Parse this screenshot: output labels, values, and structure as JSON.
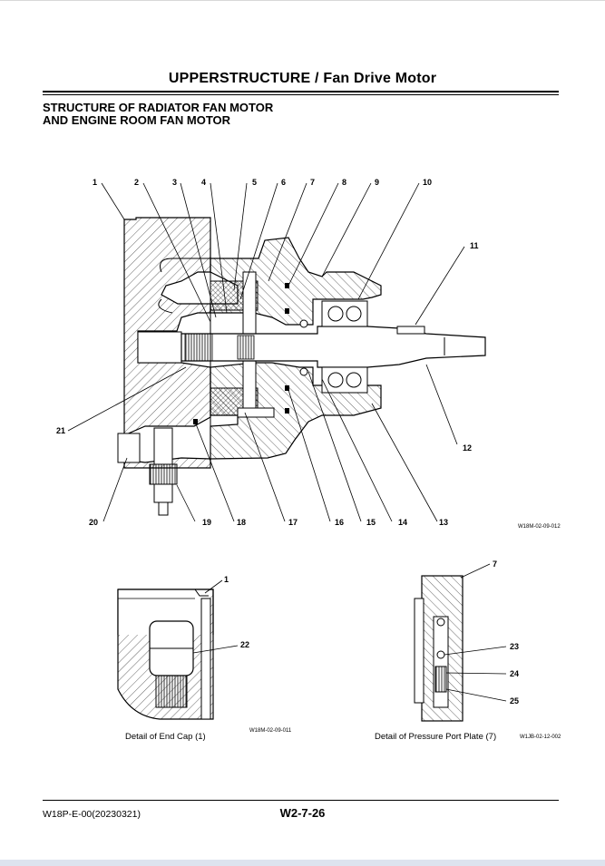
{
  "header": {
    "title": "UPPERSTRUCTURE / Fan Drive Motor"
  },
  "section": {
    "title_line1": "STRUCTURE OF RADIATOR FAN MOTOR",
    "title_line2": "AND ENGINE ROOM FAN MOTOR"
  },
  "main_figure": {
    "callouts_top": [
      "1",
      "2",
      "3",
      "4",
      "5",
      "6",
      "7",
      "8",
      "9",
      "10"
    ],
    "callouts_right": [
      "11",
      "12"
    ],
    "callouts_bottom": [
      "20",
      "19",
      "18",
      "17",
      "16",
      "15",
      "14",
      "13"
    ],
    "callout_left": "21",
    "figure_id": "W18M-02-09-012"
  },
  "detail_left": {
    "callouts": [
      "1",
      "22"
    ],
    "caption": "Detail of End Cap (1)",
    "figure_id": "W18M-02-09-011"
  },
  "detail_right": {
    "callouts": [
      "7",
      "23",
      "24",
      "25"
    ],
    "caption": "Detail of Pressure Port Plate (7)",
    "figure_id": "W1JB-02-12-002"
  },
  "footer": {
    "doc_code": "W18P-E-00(20230321)",
    "page_number": "W2-7-26"
  }
}
